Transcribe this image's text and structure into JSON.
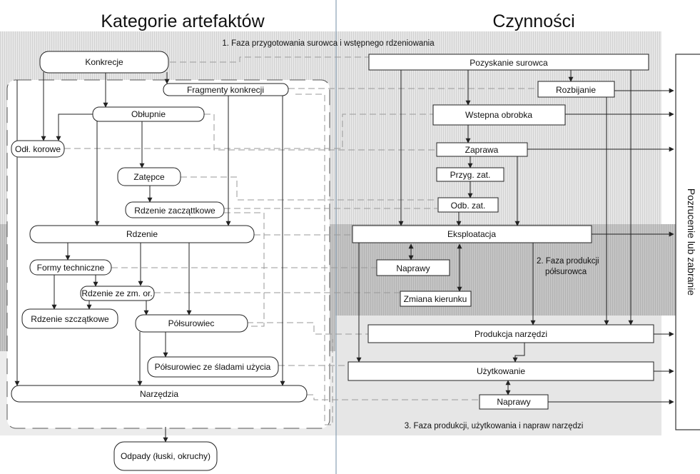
{
  "headings": {
    "left": "Kategorie artefaktów",
    "right": "Czynności",
    "side": "Pozrucenie lub zabranie"
  },
  "phases": {
    "p1": "1. Faza przygotowania surowca i wstępnego rdzeniowania",
    "p2_line1": "2. Faza produkcji",
    "p2_line2": "półsurowca",
    "p3": "3. Faza produkcji, użytkowania i napraw narzędzi"
  },
  "artifacts": {
    "konkrecje": "Konkrecje",
    "fragmenty": "Fragmenty konkrecji",
    "oblupnie": "Obłupnie",
    "odl_korowe": "Odł. korowe",
    "zatepce": "Zatępce",
    "rdzenie_zaczatkowe": "Rdzenie zacząttkowe",
    "rdzenie": "Rdzenie",
    "formy": "Formy techniczne",
    "rdzenie_zm": "Rdzenie ze zm. or.",
    "rdzenie_szczatkowe": "Rdzenie szczątkowe",
    "polsurowiec": "Półsurowiec",
    "polsurowiec_slady": "Półsurowiec ze śladami użycia",
    "narzedzia": "Narzędzia",
    "odpady": "Odpady (łuski, okruchy)"
  },
  "activities": {
    "pozyskanie": "Pozyskanie surowca",
    "rozbijanie": "Rozbijanie",
    "wstepna": "Wstepna obrobka",
    "zaprawa": "Zaprawa",
    "przyg": "Przyg. zat.",
    "odb": "Odb. zat.",
    "eksploatacja": "Eksploatacja",
    "naprawy1": "Naprawy",
    "zmiana": "Zmiana kierunku",
    "produkcja": "Produkcja narzędzi",
    "uzytkowanie": "Użytkowanie",
    "naprawy2": "Naprawy"
  }
}
